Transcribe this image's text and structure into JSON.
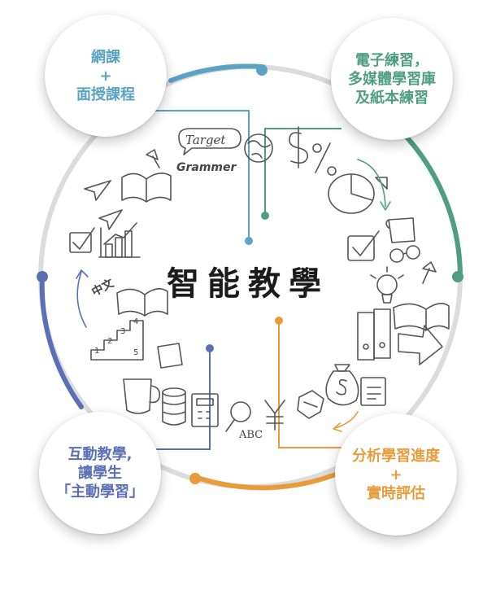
{
  "center_title": "智能教學",
  "bubbles": {
    "top_left": [
      "網課",
      "+",
      "面授課程"
    ],
    "top_right": [
      "電子練習，",
      "多媒體學習庫",
      "及紙本練習"
    ],
    "bottom_left": [
      "互動教學,",
      "讓學生",
      "「主動學習」"
    ],
    "bottom_right": [
      "分析學習進度",
      "+",
      "實時評估"
    ]
  },
  "doodles": {
    "target": "Target",
    "grammer": "Grammer",
    "zhongwen": "中文",
    "abc": "ABC",
    "stair_numbers": [
      "1",
      "2",
      "3",
      "4",
      "5"
    ]
  },
  "colors": {
    "blue": "#5aa3c4",
    "green": "#4f9e84",
    "indigo": "#5a6fb5",
    "orange": "#e89b3a",
    "ring_grey": "#d9d9d9"
  },
  "icons": [
    "speech-bubble-icon",
    "globe-icon",
    "dollar-percent-icon",
    "pie-chart-icon",
    "checkbox-icon",
    "paper-plane-icon",
    "open-book-icon",
    "bar-chart-icon",
    "pushpin-icon",
    "lightbulb-icon",
    "binders-icon",
    "money-bag-icon",
    "staircase-icon",
    "scroll-icon",
    "coffee-cup-icon",
    "coins-icon",
    "calculator-icon",
    "magnifier-icon",
    "yen-icon",
    "crumpled-paper-icon",
    "clipboard-icon",
    "glasses-icon",
    "arrow-icon"
  ]
}
